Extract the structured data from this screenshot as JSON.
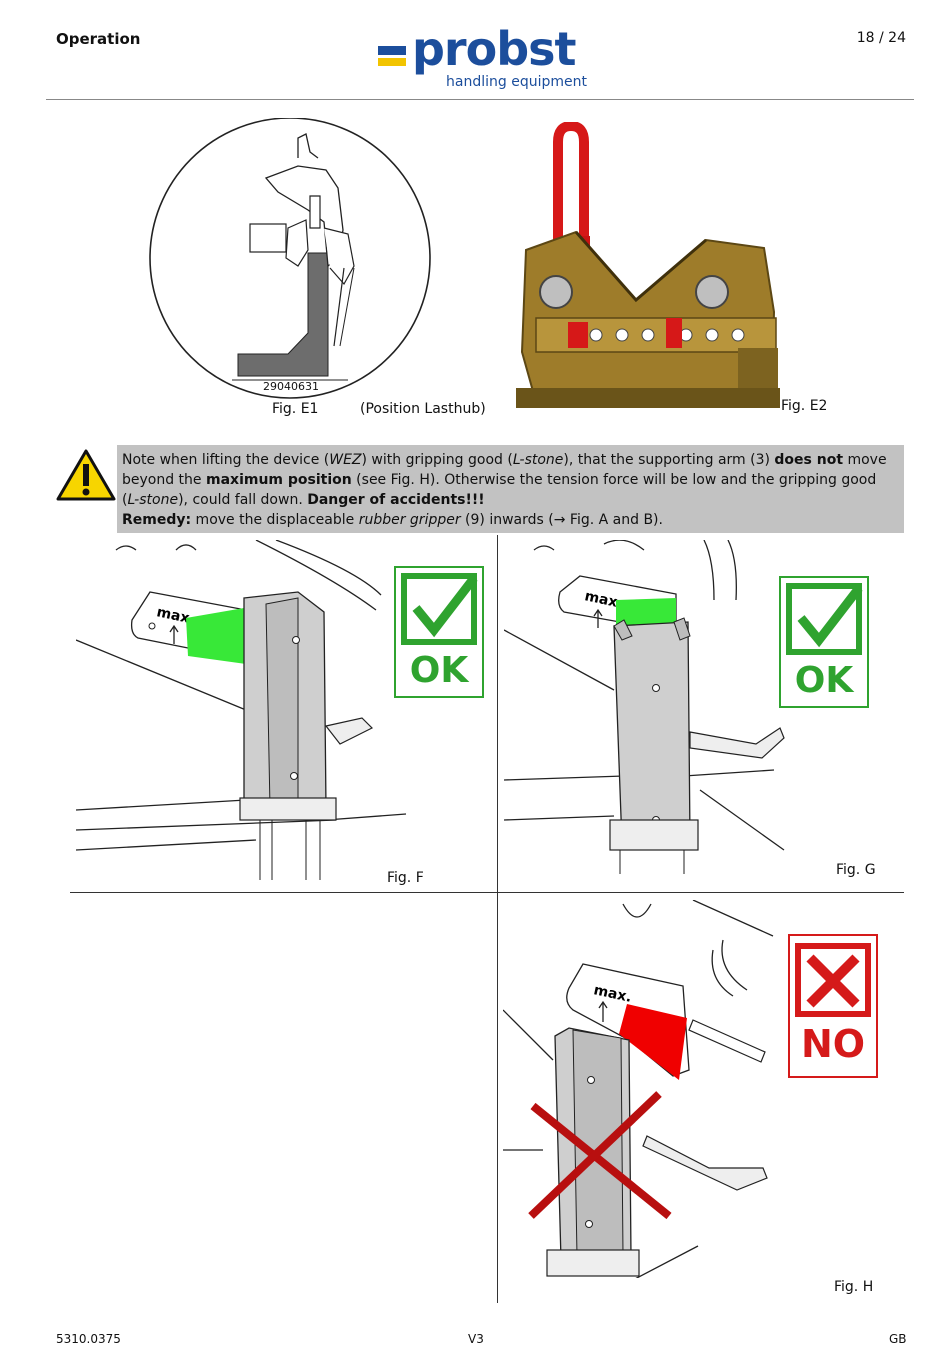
{
  "header": {
    "section": "Operation",
    "page": "18 / 24",
    "logo_word": "probst",
    "logo_sub": "handling equipment"
  },
  "figures": {
    "e1_number": "29040631",
    "e1_label": "Fig. E1",
    "e1_caption": "(Position Lasthub)",
    "e2_label": "Fig. E2",
    "f_label": "Fig. F",
    "g_label": "Fig. G",
    "h_label": "Fig. H",
    "max_label": "max.",
    "ok_label": "OK",
    "no_label": "NO"
  },
  "warning": {
    "l1_a": "Note when lifting the device (",
    "l1_b": "WEZ",
    "l1_c": ") with gripping good (",
    "l1_d": "L-stone",
    "l1_e": "), that the supporting arm (3) ",
    "l1_f": "does not",
    "l1_g": " move",
    "l2_a": "beyond the ",
    "l2_b": "maximum position",
    "l2_c": " (see Fig. H). Otherwise the tension force will be low and the gripping good",
    "l3_a": "(",
    "l3_b": "L-stone",
    "l3_c": "), could fall down. ",
    "l3_d": "Danger of accidents!!!",
    "l4_a": "Remedy:",
    "l4_b": " move the displaceable ",
    "l4_c": "rubber gripper",
    "l4_d": " (9) inwards (→ Fig. A and B)."
  },
  "footer": {
    "doc_number": "5310.0375",
    "version": "V3",
    "language": "GB"
  },
  "colors": {
    "brand_blue": "#1c4e9c",
    "brand_yellow": "#f2c400",
    "ok_green": "#2fa32f",
    "no_red": "#d51a1a",
    "warning_gray": "#c2c2c2"
  }
}
